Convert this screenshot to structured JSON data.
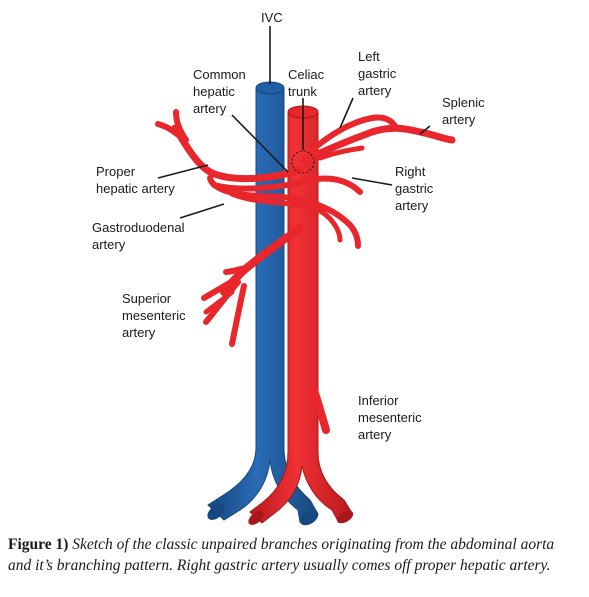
{
  "labels": {
    "ivc": "IVC",
    "common_hepatic": [
      "Common",
      "hepatic",
      "artery"
    ],
    "celiac": [
      "Celiac",
      "trunk"
    ],
    "left_gastric": [
      "Left",
      "gastric",
      "artery"
    ],
    "splenic": [
      "Splenic",
      "artery"
    ],
    "proper_hepatic": [
      "Proper",
      "hepatic artery"
    ],
    "right_gastric": [
      "Right",
      "gastric",
      "artery"
    ],
    "gastroduodenal": [
      "Gastroduodenal",
      "artery"
    ],
    "superior_mesenteric": [
      "Superior",
      "mesenteric",
      "artery"
    ],
    "inferior_mesenteric": [
      "Inferior",
      "mesenteric",
      "artery"
    ]
  },
  "caption": {
    "prefix": "Figure 1)",
    "text": "Sketch of the classic unpaired branches originating from the abdominal aorta and it’s branching pattern. Right gastric artery usually comes off proper hepatic artery."
  },
  "colors": {
    "vein": "#1f5fa8",
    "vein_dark": "#16477f",
    "artery": "#e8262b",
    "artery_dark": "#a8171b",
    "leader": "#1a1a1a"
  }
}
